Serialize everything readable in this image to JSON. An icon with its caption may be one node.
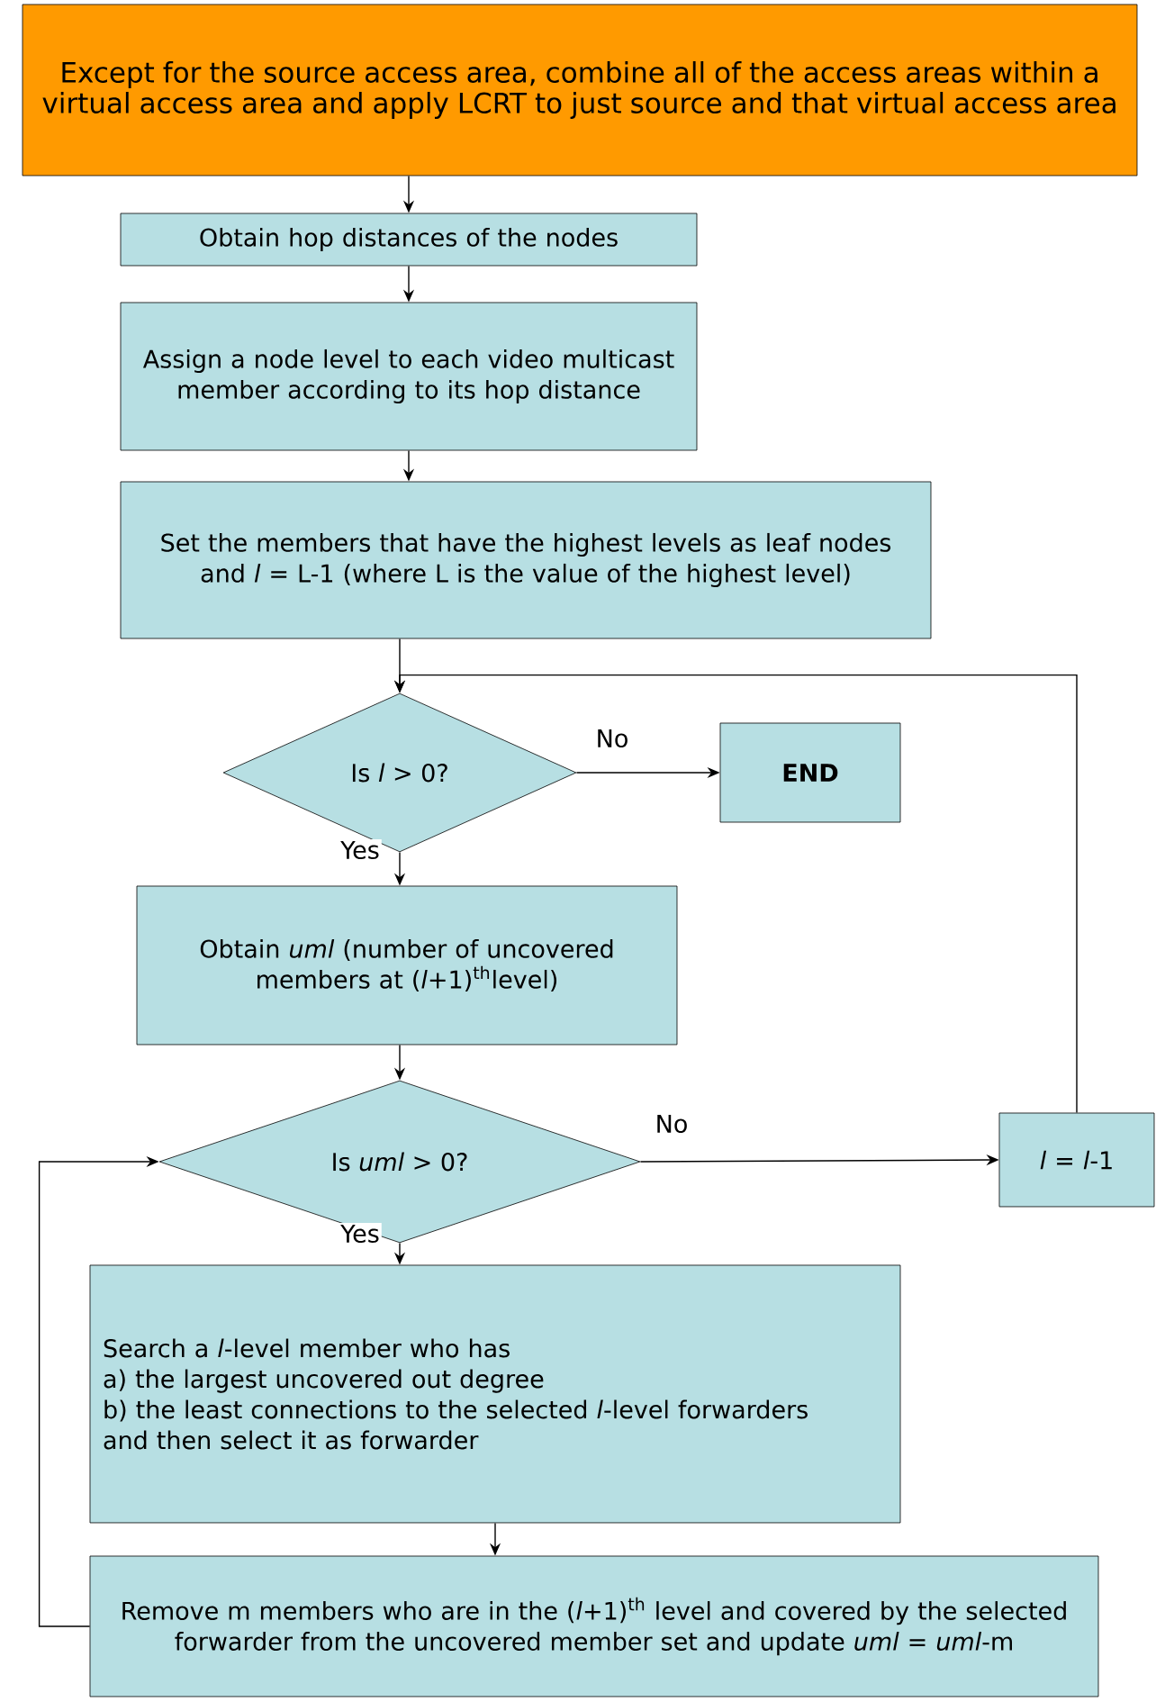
{
  "diagram": {
    "nodes": [
      {
        "text": [
          "Except for the source access area, combine all of the access areas within a virtual access area and apply LCRT to just source and that virtual access area"
        ]
      },
      {
        "text": [
          "Obtain hop distances of the nodes"
        ]
      },
      {
        "text": [
          "Assign a node level to each video multicast member according to its hop distance"
        ]
      },
      {
        "text": [
          "Set the members that have the highest levels as leaf nodes and *l* = L-1 (where L is the value of the highest level)"
        ]
      },
      {
        "text": [
          "Is *l* > 0?"
        ]
      },
      {
        "text": [
          "END"
        ]
      },
      {
        "text": [
          "Obtain *uml* (number of uncovered members at (*l*+1)$^{th}$level)"
        ]
      },
      {
        "text": [
          "Is *uml* > 0?"
        ]
      },
      {
        "text": [
          "*l* = *l*-1"
        ]
      },
      {
        "text": [
          "Search a *l*-level member who has",
          "a) the largest uncovered out degree",
          "b) the least connections to the selected *l*-level forwarders",
          "and then select it as forwarder"
        ]
      },
      {
        "text": [
          "Remove m members who are in the (*l*+1)$^{th}$ level and covered by the selected forwarder from the uncovered member set and update *uml* = *uml*-m"
        ]
      }
    ],
    "edges": [
      {
        "from": 0,
        "to": 1,
        "arrow": "to"
      },
      {
        "from": 1,
        "to": 2,
        "arrow": "to"
      },
      {
        "from": 2,
        "to": 3,
        "arrow": "to"
      },
      {
        "from": 3,
        "to": 4,
        "arrow": "to"
      },
      {
        "from": 4,
        "to": 5,
        "arrow": "to",
        "label": "No"
      },
      {
        "from": 4,
        "to": 6,
        "arrow": "to",
        "label": "Yes"
      },
      {
        "from": 6,
        "to": 7,
        "arrow": "to"
      },
      {
        "from": 7,
        "to": 8,
        "arrow": "to",
        "label": "No"
      },
      {
        "from": 8,
        "to": 4,
        "arrow": "to"
      },
      {
        "from": 7,
        "to": 9,
        "arrow": "to",
        "label": "Yes"
      },
      {
        "from": 9,
        "to": 10,
        "arrow": "to"
      },
      {
        "from": 10,
        "to": 7,
        "arrow": "to"
      }
    ]
  }
}
